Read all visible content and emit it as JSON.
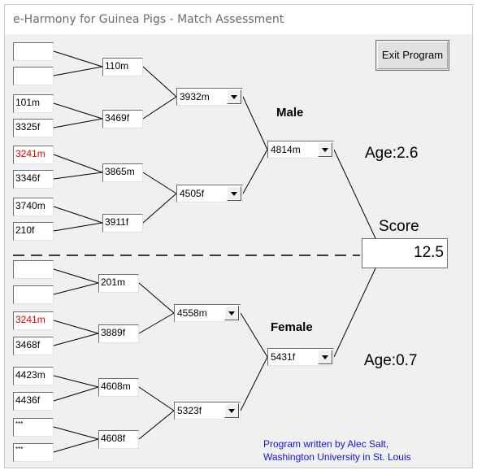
{
  "window": {
    "title": "e-Harmony for Guinea Pigs - Match Assessment"
  },
  "buttons": {
    "exit": "Exit Program"
  },
  "labels": {
    "male": "Male",
    "female": "Female",
    "score": "Score",
    "male_age": "Age:2.6",
    "female_age": "Age:0.7"
  },
  "score_value": "12.5",
  "credit": {
    "line1": "Program written by Alec Salt,",
    "line2": "Washington University in St. Louis"
  },
  "male_side": {
    "great_grandparents": [
      "",
      "",
      "101m",
      "3325f",
      "3241m",
      "3346f",
      "3740m",
      "210f"
    ],
    "grandparents": [
      "110m",
      "3469f",
      "3865m",
      "3911f"
    ],
    "parents": [
      "3932m",
      "4505f"
    ],
    "animal": "4814m"
  },
  "female_side": {
    "great_grandparents": [
      "",
      "",
      "3241m",
      "3468f",
      "4423m",
      "4436f",
      "***",
      "***"
    ],
    "grandparents": [
      "201m",
      "3889f",
      "4608m",
      "4608f"
    ],
    "parents": [
      "4558m",
      "5323f"
    ],
    "animal": "5431f"
  },
  "highlight_color": "#e00000",
  "credit_color": "#1414d6"
}
